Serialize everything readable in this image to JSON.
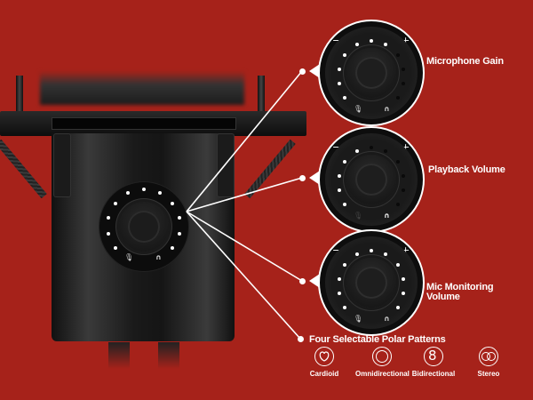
{
  "colors": {
    "background": "#a6221a",
    "line": "#ffffff",
    "mic_body": "#1a1a1a"
  },
  "callouts": [
    {
      "label": "Microphone Gain",
      "minus": "−",
      "plus": "+",
      "icons": [
        "mic-icon",
        "headphone-icon"
      ]
    },
    {
      "label": "Playback Volume",
      "minus": "−",
      "plus": "+",
      "icons": [
        "mic-icon",
        "headphone-icon"
      ]
    },
    {
      "label_line1": "Mic Monitoring",
      "label_line2": "Volume",
      "minus": "−",
      "plus": "+",
      "icons": [
        "mic-icon",
        "headphone-icon"
      ]
    }
  ],
  "polar": {
    "title": "Four Selectable Polar Patterns",
    "patterns": [
      {
        "name": "Cardioid",
        "icon": "cardioid-icon"
      },
      {
        "name": "Omnidirectional",
        "icon": "omni-icon"
      },
      {
        "name": "Bidirectional",
        "icon": "figure8-icon"
      },
      {
        "name": "Stereo",
        "icon": "stereo-icon"
      }
    ]
  },
  "glyphs": {
    "mic": "🎙",
    "headphone": "∩",
    "eight": "8"
  }
}
